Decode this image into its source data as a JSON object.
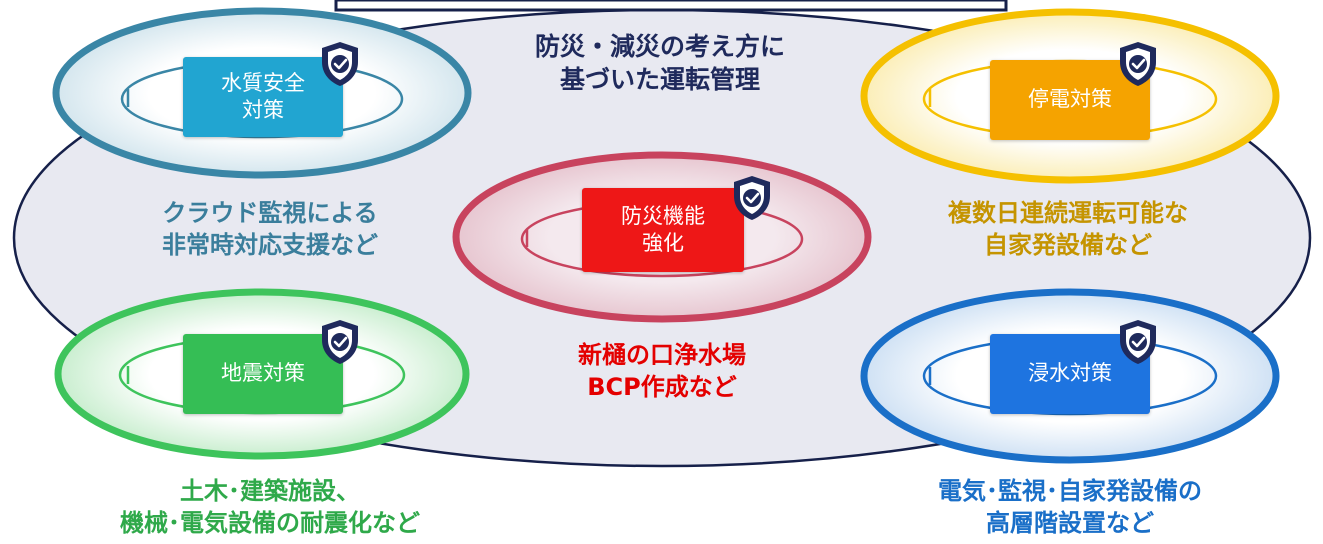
{
  "colors": {
    "big_ellipse_fill": "#e8e9f1",
    "big_ellipse_stroke": "#16204a",
    "navy": "#1f2a5c",
    "blue_teal": "#3a86a6",
    "red": "#c8435e",
    "yellow": "#f5c000",
    "green": "#3ec45c",
    "blue": "#1a6fc8",
    "text_navy": "#1f2a5c",
    "text_teal": "#3a7e9c",
    "text_red": "#e40000",
    "text_gold": "#c59400",
    "text_green": "#2fa94a",
    "text_blue": "#1a6fc8"
  },
  "center_title": "防災・減災の考え方に\n基づいた運転管理",
  "nodes": {
    "water_quality": {
      "box_label": "水質安全\n対策",
      "caption": "クラウド監視による\n非常時対応支援など",
      "box_color": "#21a5d1",
      "icon": "shield-check-icon"
    },
    "disaster_prevention": {
      "box_label": "防災機能\n強化",
      "caption": "新樋の口浄水場\nBCP作成など",
      "box_color": "#ee1717",
      "icon": "shield-check-icon"
    },
    "power_outage": {
      "box_label": "停電対策",
      "caption": "複数日連続運転可能な\n自家発設備など",
      "box_color": "#f5a300",
      "icon": "shield-check-icon"
    },
    "earthquake": {
      "box_label": "地震対策",
      "caption": "土木･建築施設、\n機械･電気設備の耐震化など",
      "box_color": "#35be55",
      "icon": "shield-check-icon"
    },
    "flood": {
      "box_label": "浸水対策",
      "caption": "電気･監視･自家発設備の\n高層階設置など",
      "box_color": "#1e74e0",
      "icon": "shield-check-icon"
    }
  }
}
